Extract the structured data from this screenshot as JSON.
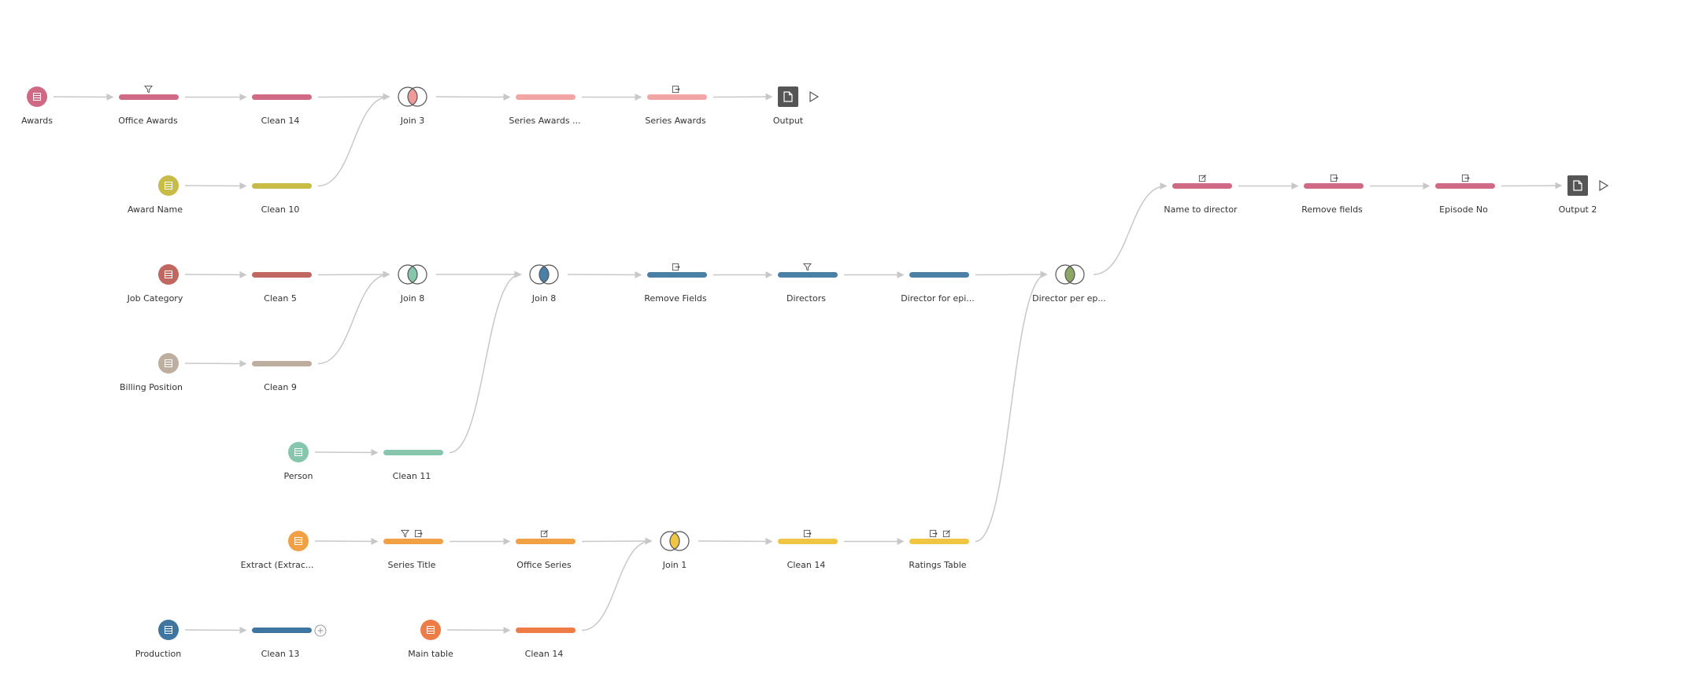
{
  "nodes": [
    {
      "id": "awards",
      "kind": "source",
      "label": "Awards",
      "color": "#d06a84",
      "icons": []
    },
    {
      "id": "office_awards",
      "kind": "step",
      "label": "Office Awards",
      "color": "#d06a84",
      "icons": [
        "filter-icon"
      ]
    },
    {
      "id": "clean14a",
      "kind": "step",
      "label": "Clean 14",
      "color": "#d06a84",
      "icons": []
    },
    {
      "id": "award_name",
      "kind": "source",
      "label": "Award Name",
      "color": "#c7bc47",
      "icons": []
    },
    {
      "id": "clean10",
      "kind": "step",
      "label": "Clean 10",
      "color": "#c7bc47",
      "icons": []
    },
    {
      "id": "join3",
      "kind": "join",
      "label": "Join 3",
      "color": "#ef9a9a",
      "icons": []
    },
    {
      "id": "series_awards_1",
      "kind": "step",
      "label": "Series Awards ...",
      "color": "#f2a5a5",
      "icons": []
    },
    {
      "id": "series_awards",
      "kind": "step",
      "label": "Series Awards",
      "color": "#f2a5a5",
      "icons": [
        "rename-icon"
      ]
    },
    {
      "id": "output",
      "kind": "output",
      "label": "Output",
      "color": "#555555",
      "icons": []
    },
    {
      "id": "job_category",
      "kind": "source",
      "label": "Job Category",
      "color": "#c0675f",
      "icons": []
    },
    {
      "id": "clean5",
      "kind": "step",
      "label": "Clean 5",
      "color": "#c0675f",
      "icons": []
    },
    {
      "id": "billing_position",
      "kind": "source",
      "label": "Billing Position",
      "color": "#bdaea0",
      "icons": []
    },
    {
      "id": "clean9",
      "kind": "step",
      "label": "Clean 9",
      "color": "#bdaea0",
      "icons": []
    },
    {
      "id": "join8a",
      "kind": "join",
      "label": "Join 8",
      "color": "#86c6ad",
      "icons": []
    },
    {
      "id": "person",
      "kind": "source",
      "label": "Person",
      "color": "#86c6ad",
      "icons": []
    },
    {
      "id": "clean11",
      "kind": "step",
      "label": "Clean 11",
      "color": "#86c6ad",
      "icons": []
    },
    {
      "id": "join8b",
      "kind": "join",
      "label": "Join 8",
      "color": "#4a7fa7",
      "icons": []
    },
    {
      "id": "remove_fields_1",
      "kind": "step",
      "label": "Remove Fields",
      "color": "#4a7fa7",
      "icons": [
        "rename-icon"
      ]
    },
    {
      "id": "directors",
      "kind": "step",
      "label": "Directors",
      "color": "#4a7fa7",
      "icons": [
        "filter-icon"
      ]
    },
    {
      "id": "director_for_ep",
      "kind": "step",
      "label": "Director for epi...",
      "color": "#4a7fa7",
      "icons": []
    },
    {
      "id": "director_per_ep",
      "kind": "join",
      "label": "Director per ep...",
      "color": "#8da866",
      "icons": []
    },
    {
      "id": "name_to_director",
      "kind": "step",
      "label": "Name to director",
      "color": "#d06a84",
      "icons": [
        "edit-icon"
      ]
    },
    {
      "id": "remove_fields_2",
      "kind": "step",
      "label": "Remove fields",
      "color": "#d06a84",
      "icons": [
        "rename-icon"
      ]
    },
    {
      "id": "episode_no",
      "kind": "step",
      "label": "Episode No",
      "color": "#d06a84",
      "icons": [
        "rename-icon"
      ]
    },
    {
      "id": "output2",
      "kind": "output",
      "label": "Output 2",
      "color": "#555555",
      "icons": []
    },
    {
      "id": "extract",
      "kind": "source",
      "label": "Extract (Extrac...",
      "color": "#f2a044",
      "icons": []
    },
    {
      "id": "series_title",
      "kind": "step",
      "label": "Series Title",
      "color": "#f2a044",
      "icons": [
        "filter-icon",
        "rename-icon"
      ]
    },
    {
      "id": "office_series",
      "kind": "step",
      "label": "Office Series",
      "color": "#f2a044",
      "icons": [
        "edit-icon"
      ]
    },
    {
      "id": "join1",
      "kind": "join",
      "label": "Join 1",
      "color": "#f0c542",
      "icons": []
    },
    {
      "id": "clean14c",
      "kind": "step",
      "label": "Clean 14",
      "color": "#f0c542",
      "icons": [
        "rename-icon"
      ]
    },
    {
      "id": "ratings_table",
      "kind": "step",
      "label": "Ratings Table",
      "color": "#f0c542",
      "icons": [
        "rename-icon",
        "edit-icon"
      ]
    },
    {
      "id": "production",
      "kind": "source",
      "label": "Production",
      "color": "#3f76a1",
      "icons": []
    },
    {
      "id": "clean13",
      "kind": "step",
      "label": "Clean 13",
      "color": "#3f76a1",
      "icons": []
    },
    {
      "id": "main_table",
      "kind": "source",
      "label": "Main table",
      "color": "#ee7c46",
      "icons": []
    },
    {
      "id": "clean14b",
      "kind": "step",
      "label": "Clean 14",
      "color": "#ee7c46",
      "icons": []
    }
  ],
  "links": [
    [
      "awards",
      "office_awards"
    ],
    [
      "office_awards",
      "clean14a"
    ],
    [
      "clean14a",
      "join3"
    ],
    [
      "award_name",
      "clean10"
    ],
    [
      "clean10",
      "join3"
    ],
    [
      "join3",
      "series_awards_1"
    ],
    [
      "series_awards_1",
      "series_awards"
    ],
    [
      "series_awards",
      "output"
    ],
    [
      "job_category",
      "clean5"
    ],
    [
      "clean5",
      "join8a"
    ],
    [
      "billing_position",
      "clean9"
    ],
    [
      "clean9",
      "join8a"
    ],
    [
      "join8a",
      "join8b"
    ],
    [
      "person",
      "clean11"
    ],
    [
      "clean11",
      "join8b"
    ],
    [
      "join8b",
      "remove_fields_1"
    ],
    [
      "remove_fields_1",
      "directors"
    ],
    [
      "directors",
      "director_for_ep"
    ],
    [
      "director_for_ep",
      "director_per_ep"
    ],
    [
      "director_per_ep",
      "name_to_director"
    ],
    [
      "name_to_director",
      "remove_fields_2"
    ],
    [
      "remove_fields_2",
      "episode_no"
    ],
    [
      "episode_no",
      "output2"
    ],
    [
      "extract",
      "series_title"
    ],
    [
      "series_title",
      "office_series"
    ],
    [
      "office_series",
      "join1"
    ],
    [
      "main_table",
      "clean14b"
    ],
    [
      "clean14b",
      "join1"
    ],
    [
      "join1",
      "clean14c"
    ],
    [
      "clean14c",
      "ratings_table"
    ],
    [
      "ratings_table",
      "director_per_ep"
    ],
    [
      "production",
      "clean13"
    ]
  ],
  "colors": {
    "link": "#c8c8c8",
    "label": "#333333"
  }
}
